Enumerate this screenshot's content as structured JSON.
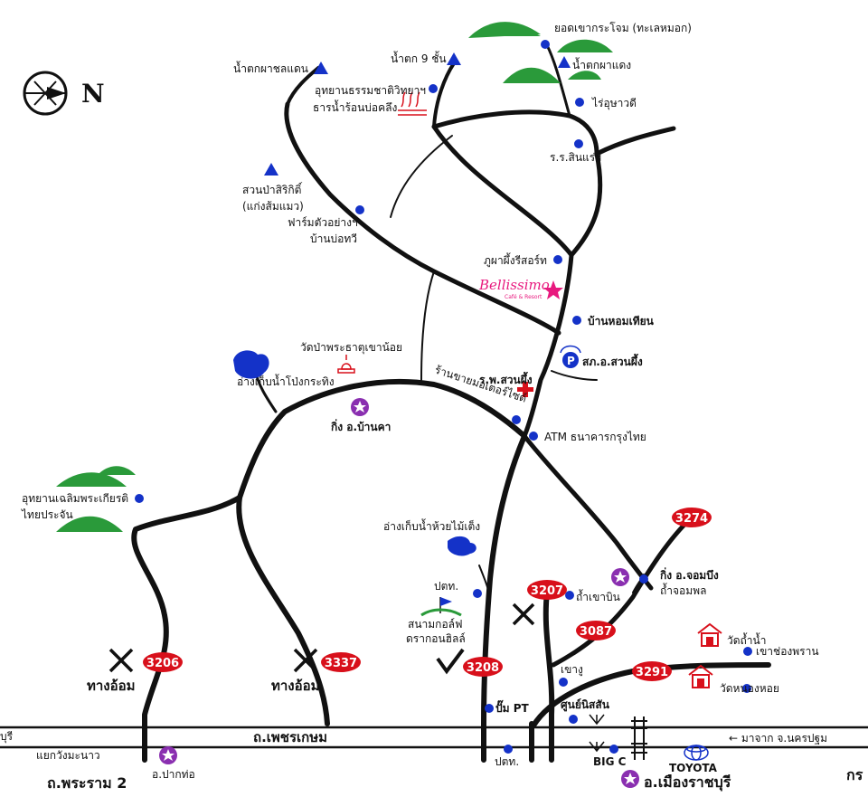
{
  "compass": {
    "north_letter": "N"
  },
  "brand": {
    "name": "Bellissimo",
    "tagline": "Café & Resort",
    "color": "#e8197e"
  },
  "colors": {
    "route_badge": "#d8101b",
    "poi_dot": "#1432c8",
    "triangle": "#1432c8",
    "mountain": "#2a9a3a",
    "star": "#8a2fb0",
    "temple": "#d8101b",
    "water": "#1432c8"
  },
  "places": {
    "peak": "ยอดเขากระโจม (ทะเลหมอก)",
    "waterfall_9": "น้ำตก 9 ชั้น",
    "waterfall_phadaeng": "น้ำตกผาแดง",
    "waterfall_chondaen": "น้ำตกผาชลแดน",
    "geology_park": "อุทยานธรรมชาติวิทยาฯ",
    "hot_spring": "ธารน้ำร้อนบ่อคลึง",
    "farm_chaowadee": "ไร่อุษาวดี",
    "school": "ร.ร.สินแร่ฯ",
    "sirikit_park_1": "สวนป่าสิริกิติ์",
    "sirikit_park_2": "(แก่งส้มแมว)",
    "model_farm_1": "ฟาร์มตัวอย่างฯ",
    "model_farm_2": "บ้านบ่อทวี",
    "phupha_resort": "ภูผาผึ้งรีสอร์ท",
    "ban_hom_thian": "บ้านหอมเทียน",
    "police": "สภ.อ.สวนผึ้ง",
    "temple_noi": "วัดป่าพระธาตุเขาน้อย",
    "reservoir_pong": "อ่างเก็บน้ำโป่งกระทิง",
    "hospital": "ร.พ.สวนผึ้ง",
    "motorcycle_shop": "ร้านขายมอเตอร์ไซด์",
    "district_bankha": "กิ่ง อ.บ้านคา",
    "atm": "ATM ธนาคารกรุงไทย",
    "royal_park_1": "อุทยานเฉลิมพระเกียรติ",
    "royal_park_2": "ไทยประจัน",
    "reservoir_huai": "อ่างเก็บน้ำห้วยไม้เต็ง",
    "district_chombueng": "กิ่ง อ.จอมบึง",
    "cave_chompon": "ถ้ำจอมพล",
    "ptt_1": "ปตท.",
    "cave_khaobin": "ถ้ำเขาบิน",
    "golf_1": "สนามกอล์ฟ",
    "golf_2": "ดรากอนฮิลล์",
    "wat_thamnam": "วัดถ้ำน้ำ",
    "khao_chongphran": "เขาช่องพราน",
    "wat_nonghoi": "วัดหนองหอย",
    "khao_ngu": "เขางู",
    "service_center": "ศูนย์นิสสัน",
    "gas_pt": "ปั๊ม PT",
    "detour_1": "ทางอ้อม",
    "detour_2": "ทางอ้อม",
    "intersection_wang": "แยกวังมะนาว",
    "district_paktho": "อ.ปากท่อ",
    "ptt_2": "ปตท.",
    "bigc": "BIG C",
    "toyota": "TOYOTA",
    "district_mueang": "อ.เมืองราชบุรี",
    "from_nakhonpathom": "← มาจาก จ.นครปฐม",
    "edge_left": "บุรี",
    "edge_right": "กร"
  },
  "roads": {
    "phetkasem": "ถ.เพชรเกษม",
    "rama2": "ถ.พระราม 2"
  },
  "routes": {
    "r3274": "3274",
    "r3207": "3207",
    "r3087": "3087",
    "r3291": "3291",
    "r3206": "3206",
    "r3337": "3337",
    "r3208": "3208"
  }
}
